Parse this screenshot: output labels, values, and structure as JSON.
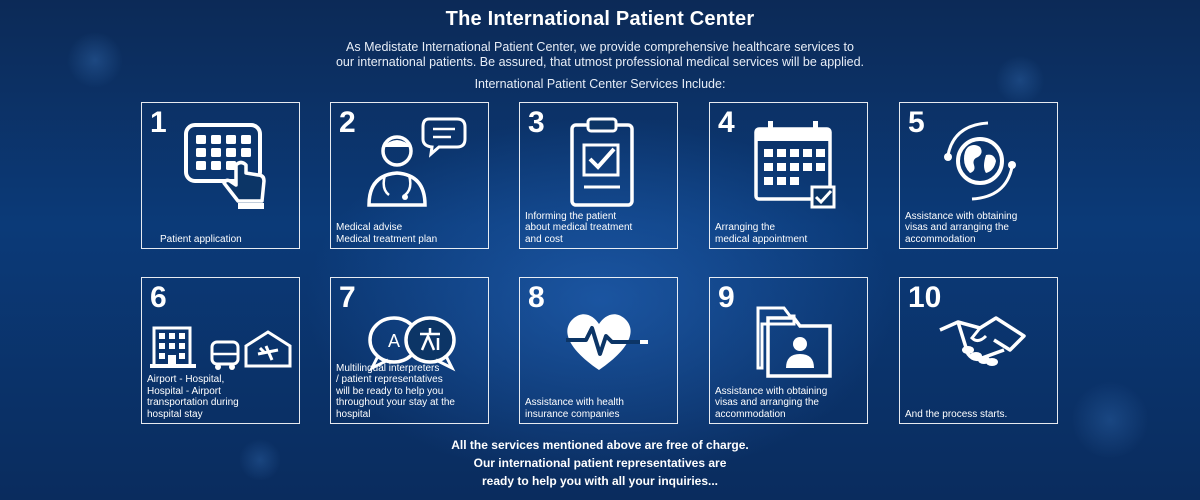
{
  "header": {
    "title": "The International Patient Center",
    "intro_line1": "As Medistate International Patient Center, we provide comprehensive healthcare services to",
    "intro_line2": "our international patients. Be assured, that utmost professional medical services will be applied.",
    "services_title": "International Patient Center Services Include:"
  },
  "cards": [
    {
      "number": "1",
      "label": "Patient application",
      "icon": "tablet-touch-icon"
    },
    {
      "number": "2",
      "label": "Medical advise\nMedical treatment plan",
      "icon": "doctor-chat-icon"
    },
    {
      "number": "3",
      "label": "Informing the patient\nabout medical treatment\nand cost",
      "icon": "clipboard-check-icon"
    },
    {
      "number": "4",
      "label": "Arranging the\nmedical appointment",
      "icon": "calendar-check-icon"
    },
    {
      "number": "5",
      "label": "Assistance with obtaining\nvisas and arranging the\naccommodation",
      "icon": "globe-arrows-icon"
    },
    {
      "number": "6",
      "label": "Airport - Hospital,\nHospital - Airport\ntransportation during\nhospital stay",
      "icon": "hospital-bus-airport-icon"
    },
    {
      "number": "7",
      "label": "Multilingual interpreters\n/ patient representatives\nwill be ready to help you\nthroughout your stay at the\nhospital",
      "icon": "translate-bubbles-icon"
    },
    {
      "number": "8",
      "label": "Assistance with health\ninsurance companies",
      "icon": "heart-pulse-icon"
    },
    {
      "number": "9",
      "label": "Assistance with obtaining\nvisas and arranging the\naccommodation",
      "icon": "folder-user-icon"
    },
    {
      "number": "10",
      "label": "And the process starts.",
      "icon": "handshake-icon"
    }
  ],
  "footer": {
    "line1": "All the services mentioned above are free of charge.",
    "line2": "Our international patient representatives are",
    "line3": "ready to help you with all your inquiries..."
  }
}
